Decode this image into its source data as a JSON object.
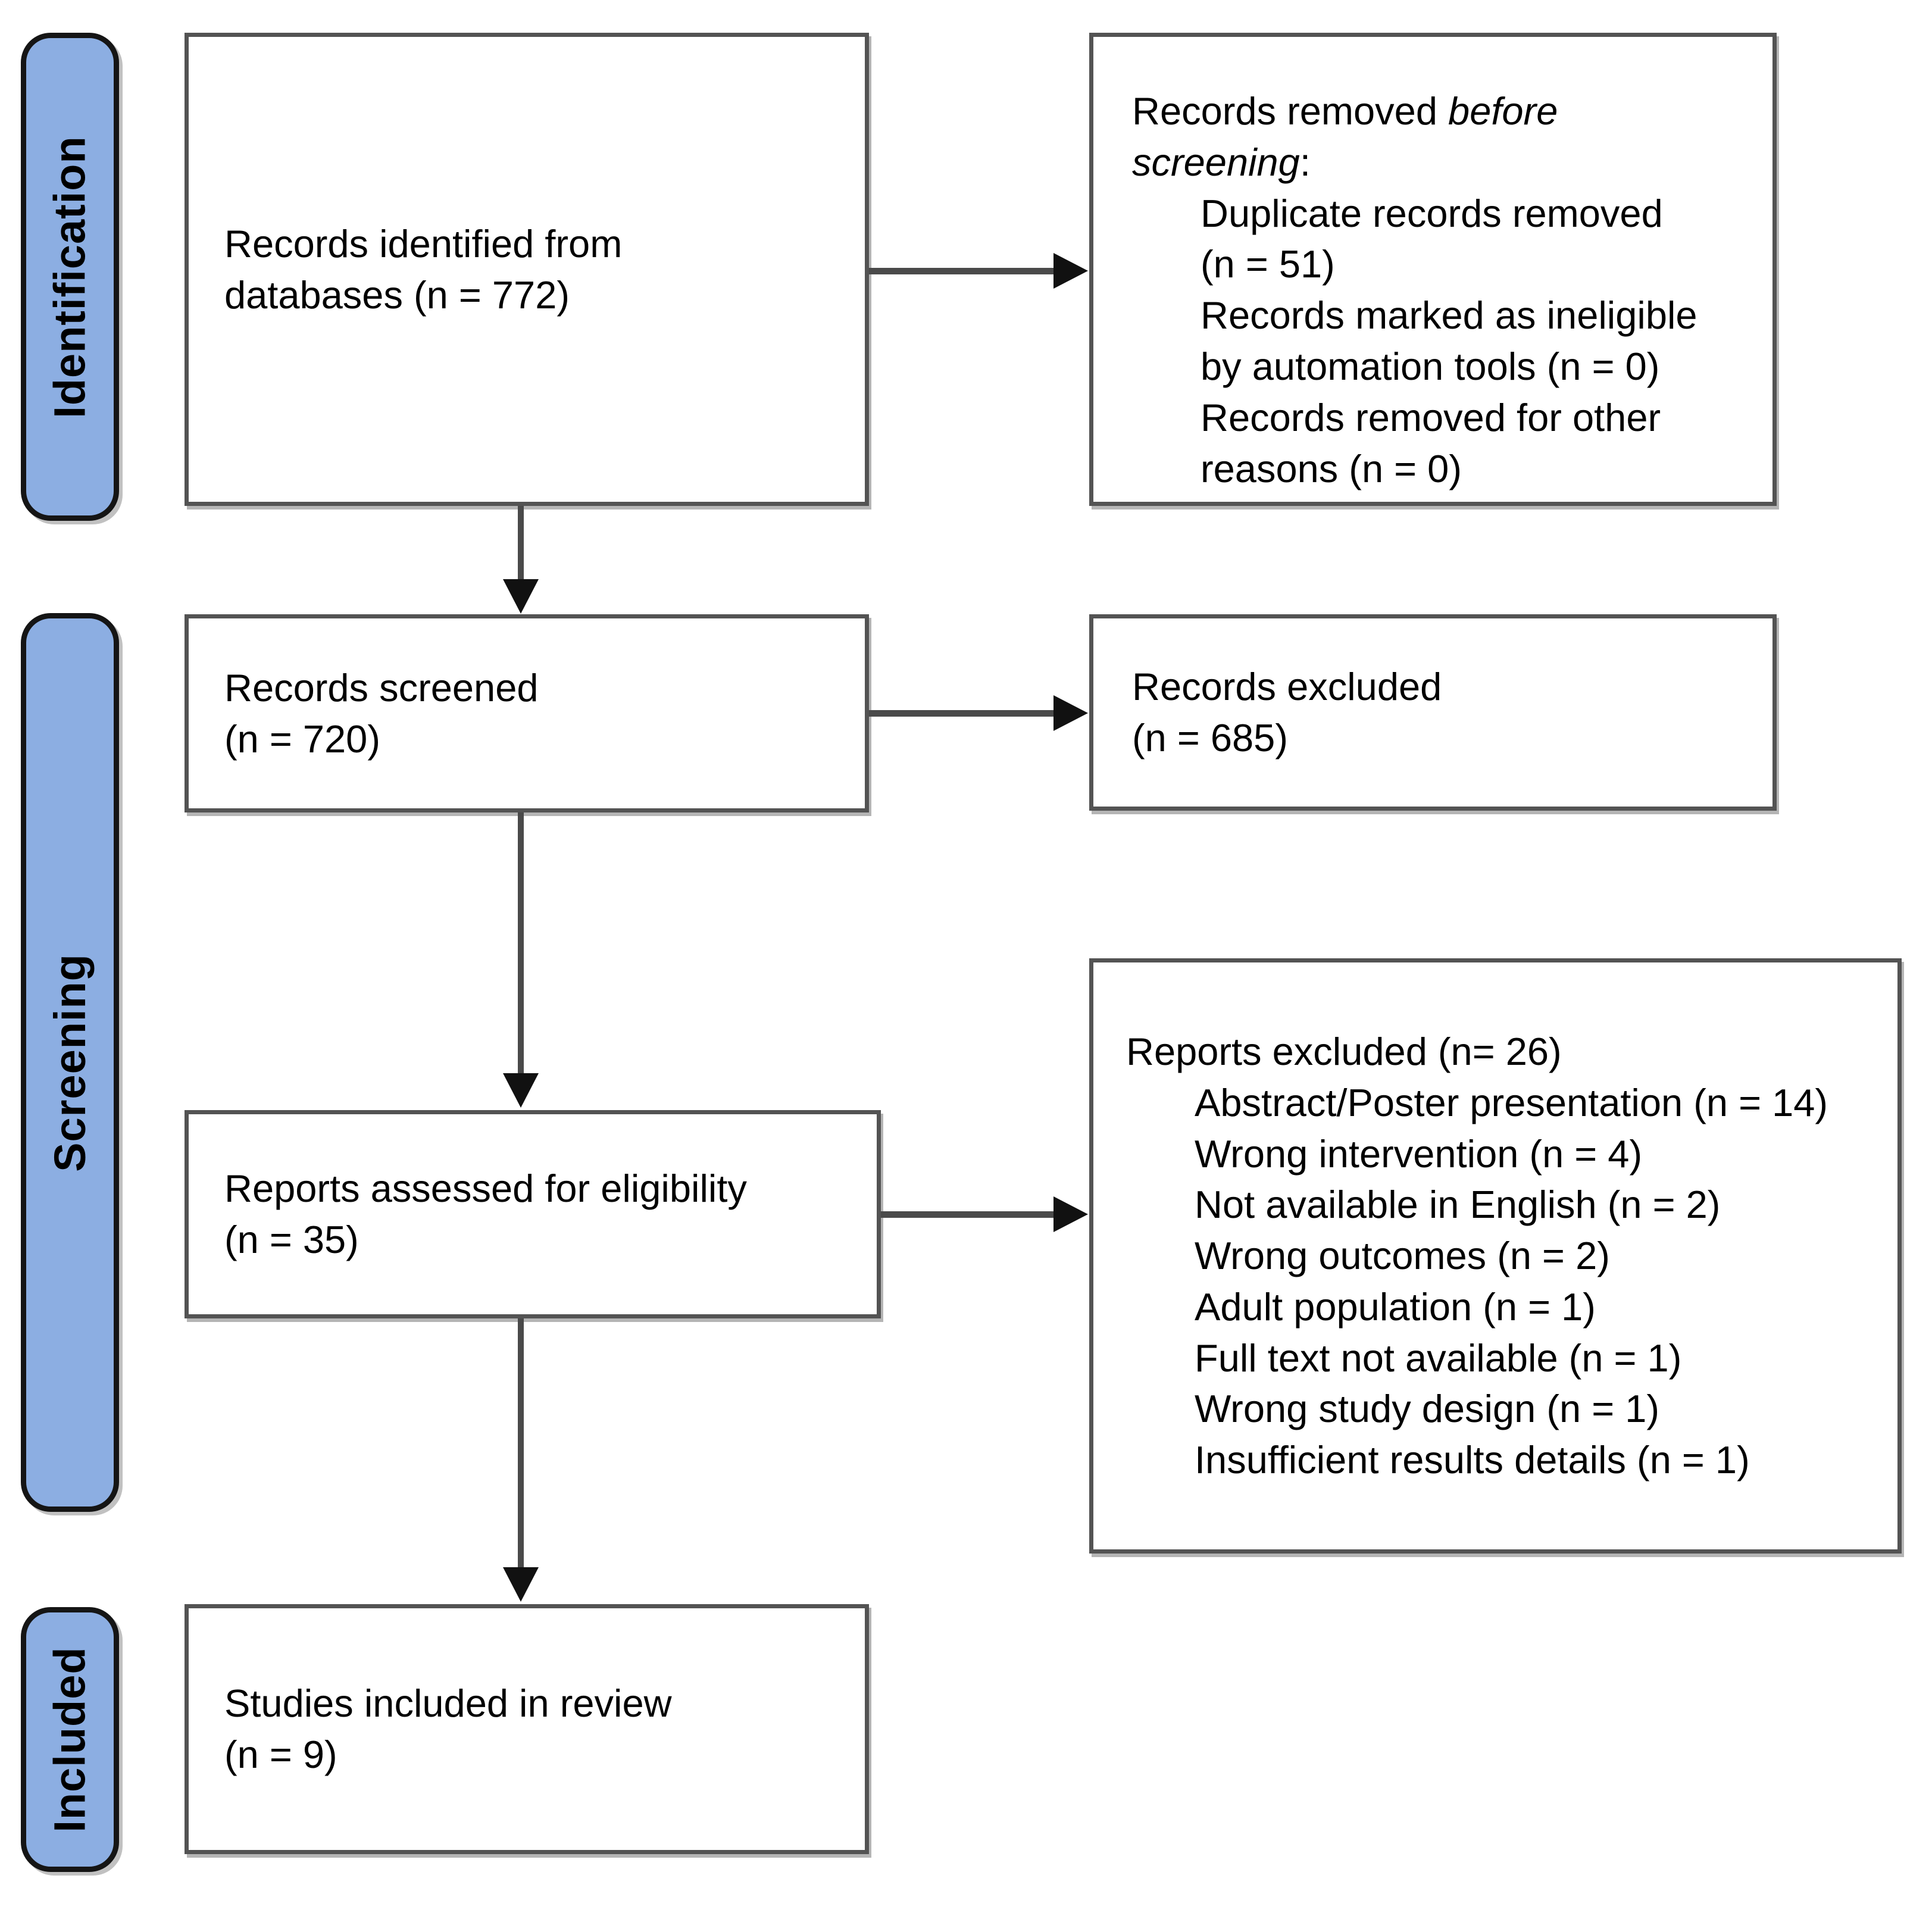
{
  "stages": [
    {
      "label": "Identification"
    },
    {
      "label": "Screening"
    },
    {
      "label": "Included"
    }
  ],
  "boxes": {
    "identified": {
      "lines": [
        "Records identified from",
        "databases (n = 772)"
      ]
    },
    "removed": {
      "header_prefix": "Records removed ",
      "header_italic": "before screening",
      "header_suffix": ":",
      "items": [
        "Duplicate records removed (n = 51)",
        "Records marked as ineligible by automation tools (n = 0)",
        "Records removed for other reasons (n = 0)"
      ]
    },
    "screened": {
      "lines": [
        "Records screened",
        "(n = 720)"
      ]
    },
    "excluded_records": {
      "lines": [
        "Records excluded",
        "(n = 685)"
      ]
    },
    "assessed": {
      "lines": [
        "Reports assessed for eligibility",
        "(n = 35)"
      ]
    },
    "excluded_reports": {
      "header": "Reports excluded (n= 26)",
      "items": [
        "Abstract/Poster presentation (n = 14)",
        "Wrong intervention (n = 4)",
        "Not available in English (n = 2)",
        "Wrong outcomes (n = 2)",
        "Adult population (n = 1)",
        "Full text not available (n = 1)",
        "Wrong study design (n = 1)",
        "Insufficient results details (n = 1)"
      ]
    },
    "included_studies": {
      "lines": [
        "Studies included in review",
        "(n = 9)"
      ]
    }
  },
  "colors": {
    "stage_fill": "#8CAEE2",
    "stage_border": "#151515",
    "box_border": "#535353",
    "arrow_line": "#4a4a4a",
    "arrowhead": "#111111",
    "text": "#000000",
    "background": "#ffffff"
  }
}
